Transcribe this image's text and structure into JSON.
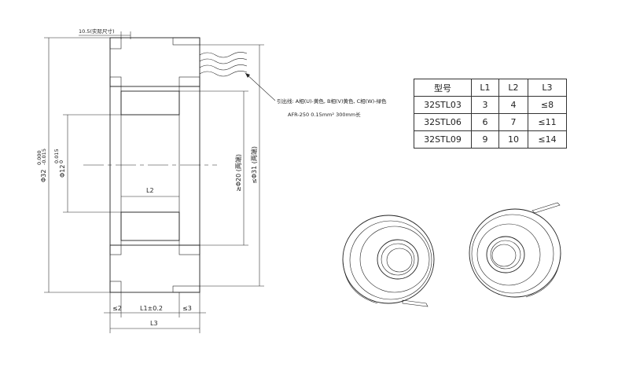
{
  "drawing": {
    "dim_top": "10.5(实际尺寸)",
    "dim_outer_diameter": "Φ32",
    "dim_outer_tol_upper": "0.000",
    "dim_outer_tol_lower": "-0.015",
    "dim_inner_diameter": "Φ12",
    "dim_inner_tol_upper": "0.015",
    "dim_inner_tol_lower": "0",
    "dim_rotor_diameter": "≥Φ20 (两端)",
    "dim_stator_diameter": "≤Φ31 (两端)",
    "dim_l2": "L2",
    "dim_left_gap": "≤2",
    "dim_l1": "L1±0.2",
    "dim_right_gap": "≤3",
    "dim_l3": "L3",
    "lead_note_line1": "引出线: A相(U)-黄色, B相(V)黄色, C相(W)-绿色",
    "lead_note_line2": "AFR-250  0.15mm²  300mm长"
  },
  "table": {
    "headers": [
      "型号",
      "L1",
      "L2",
      "L3"
    ],
    "rows": [
      [
        "32STL03",
        "3",
        "4",
        "≤8"
      ],
      [
        "32STL06",
        "6",
        "7",
        "≤11"
      ],
      [
        "32STL09",
        "9",
        "10",
        "≤14"
      ]
    ]
  }
}
